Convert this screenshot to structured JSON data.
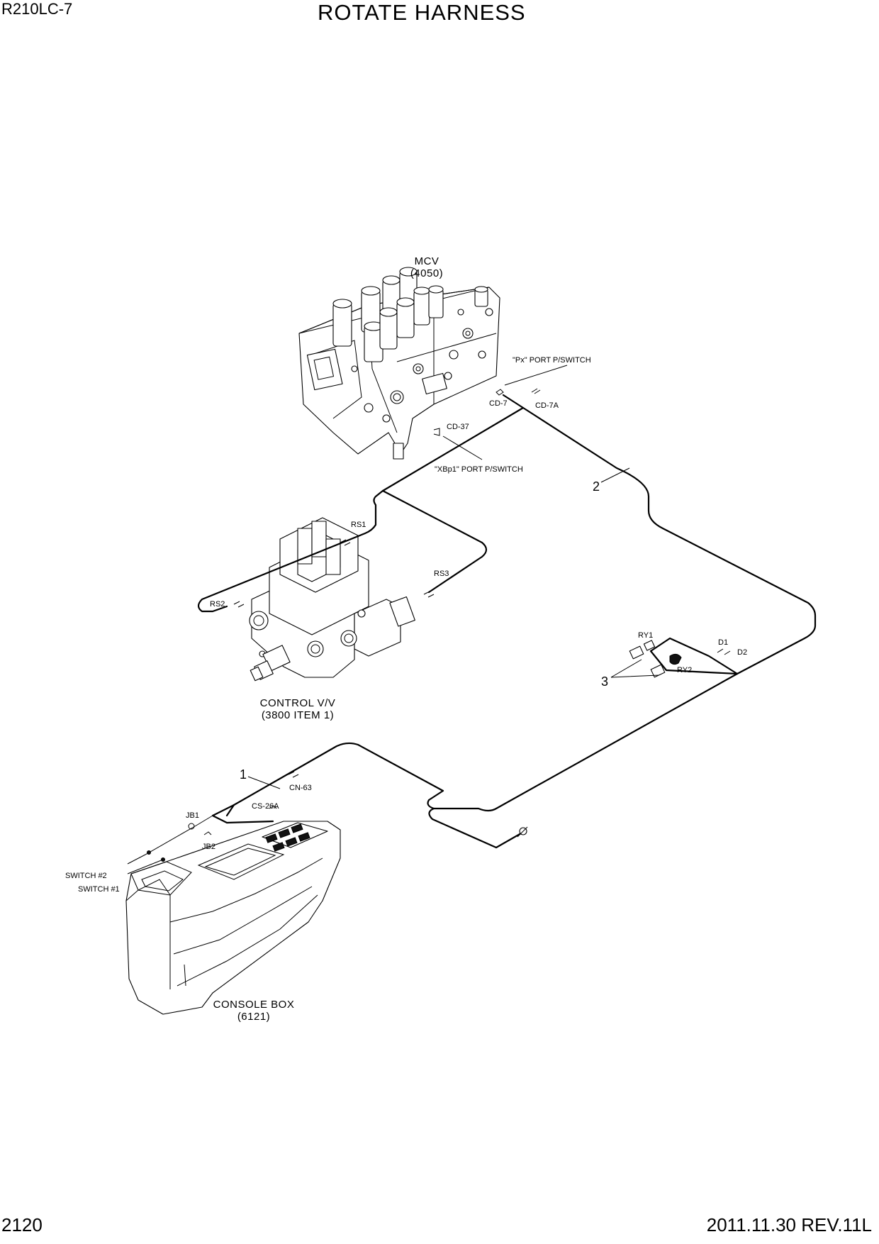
{
  "header": {
    "model": "R210LC-7",
    "title": "ROTATE HARNESS"
  },
  "footer": {
    "page_number": "2120",
    "revision": "2011.11.30  REV.11L"
  },
  "components": {
    "mcv": {
      "name": "MCV",
      "code": "(4050)"
    },
    "control_valve": {
      "name": "CONTROL V/V",
      "code": "(3800 ITEM 1)"
    },
    "console_box": {
      "name": "CONSOLE BOX",
      "code": "(6121)"
    }
  },
  "ports": {
    "px": "\"Px\" PORT  P/SWITCH",
    "xbp1": "\"XBp1\" PORT P/SWITCH"
  },
  "connectors": {
    "cd7": "CD-7",
    "cd7a": "CD-7A",
    "cd37": "CD-37",
    "rs1": "RS1",
    "rs2": "RS2",
    "rs3": "RS3",
    "ry1": "RY1",
    "ry2": "RY2",
    "d1": "D1",
    "d2": "D2",
    "cn63": "CN-63",
    "cs26a": "CS-26A",
    "jb1": "JB1",
    "jb2": "JB2",
    "switch2": "SWITCH #2",
    "switch1": "SWITCH #1"
  },
  "callouts": {
    "item1": "1",
    "item2": "2",
    "item3": "3"
  }
}
